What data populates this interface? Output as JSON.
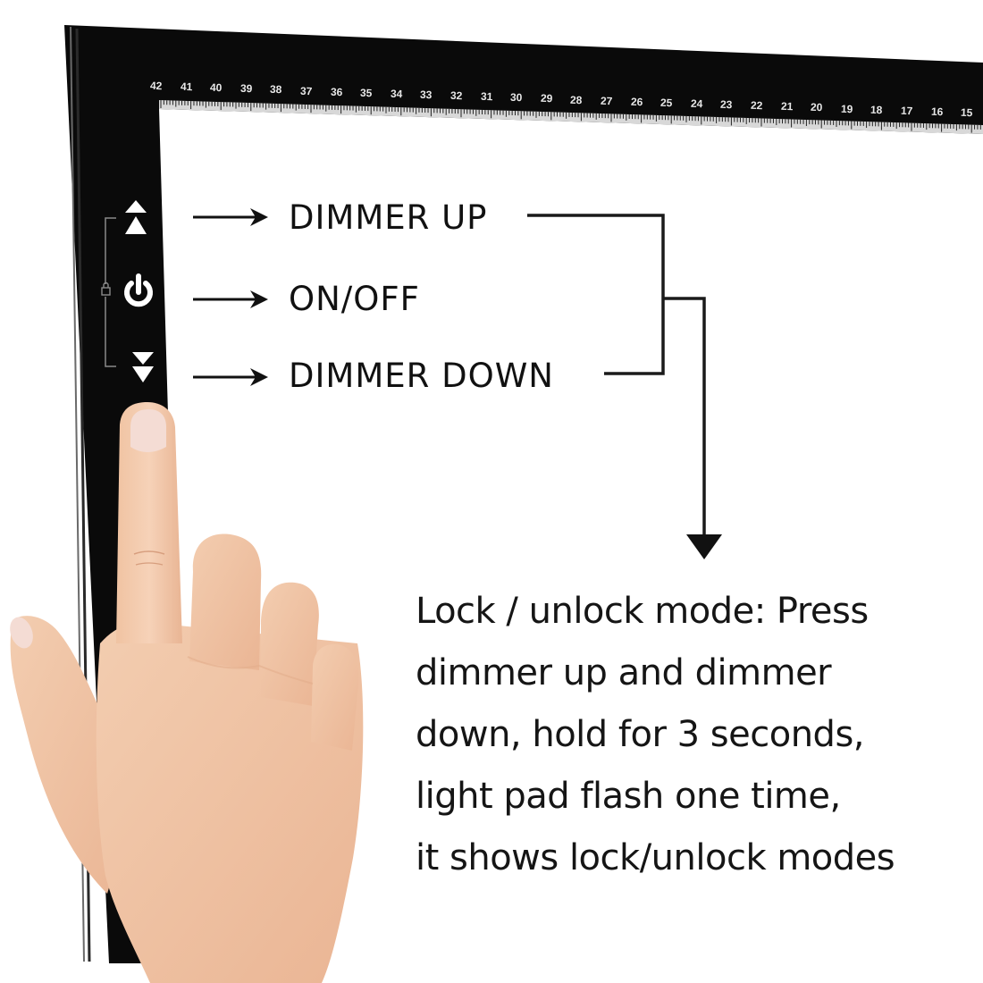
{
  "device": {
    "name": "LED light pad",
    "frame_color": "#0a0a0a",
    "surface_color": "#ffffff",
    "ruler": {
      "numbers": [
        "42",
        "41",
        "40",
        "39",
        "38",
        "37",
        "36",
        "35",
        "34",
        "33",
        "32",
        "31",
        "30",
        "29",
        "28",
        "27",
        "26",
        "25",
        "24",
        "23",
        "22",
        "21",
        "20",
        "19",
        "18",
        "17",
        "16",
        "15"
      ],
      "unit": "cm"
    },
    "buttons": [
      {
        "id": "dimmer-up",
        "icon": "double-triangle-up-icon"
      },
      {
        "id": "power",
        "icon": "power-icon"
      },
      {
        "id": "dimmer-down",
        "icon": "double-triangle-down-icon"
      }
    ],
    "lock_indicator_icon": "lock-icon"
  },
  "callouts": {
    "dimmer_up": "DIMMER UP",
    "on_off": "ON/OFF",
    "dimmer_down": "DIMMER DOWN"
  },
  "description": {
    "lines": [
      "Lock / unlock mode: Press",
      "dimmer up and dimmer",
      "down, hold for 3 seconds,",
      "light pad flash one time,",
      "it shows lock/unlock modes"
    ]
  },
  "colors": {
    "skin": "#f0c4a4",
    "skin_shadow": "#e3ad8c",
    "nail": "#f4dcd4",
    "text": "#111111",
    "ruler_text": "#e8e8e8"
  }
}
